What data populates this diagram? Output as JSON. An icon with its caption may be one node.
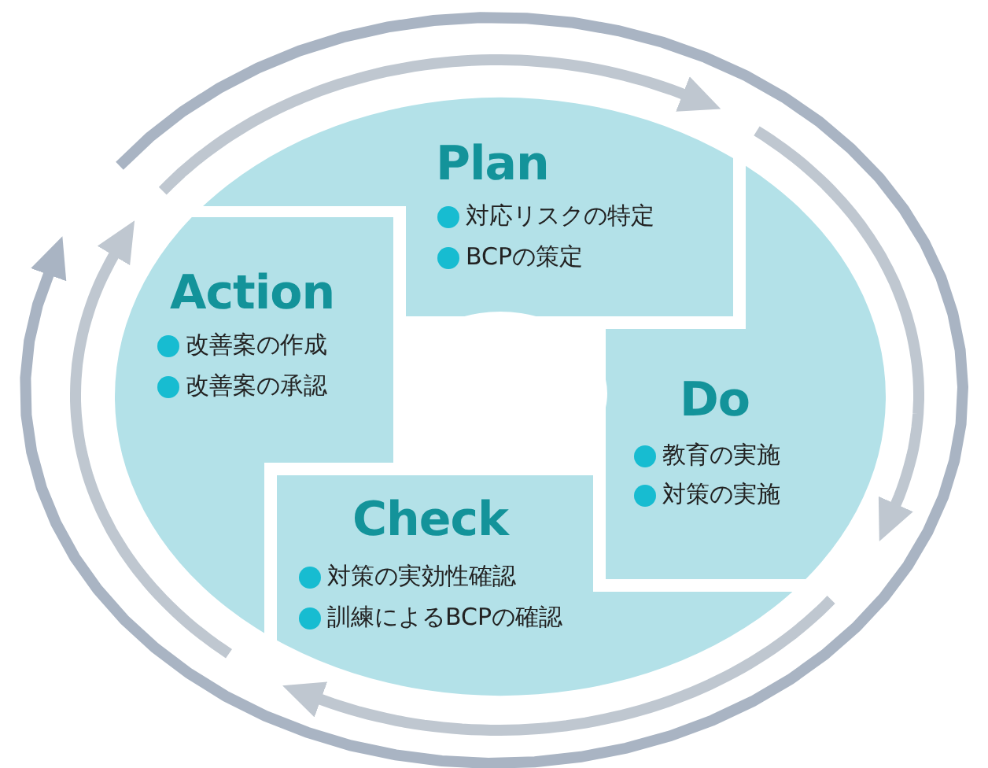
{
  "diagram": {
    "nodes": [
      {
        "text": [
          "Plan",
          "対応リスクの特定",
          "BCPの策定"
        ]
      },
      {
        "text": [
          "Action",
          "改善案の作成",
          "改善案の承認"
        ]
      },
      {
        "text": [
          "Do",
          "教育の実施",
          "対策の実施"
        ]
      },
      {
        "text": [
          "Check",
          "対策の実効性確認",
          "訓練によるBCPの確認"
        ]
      }
    ],
    "edges": [
      {
        "from": 1,
        "to": 0,
        "arrow": "to"
      },
      {
        "from": 0,
        "to": 2,
        "arrow": "to"
      },
      {
        "from": 2,
        "to": 3,
        "arrow": "to"
      },
      {
        "from": 3,
        "to": 1,
        "arrow": "to"
      }
    ]
  }
}
